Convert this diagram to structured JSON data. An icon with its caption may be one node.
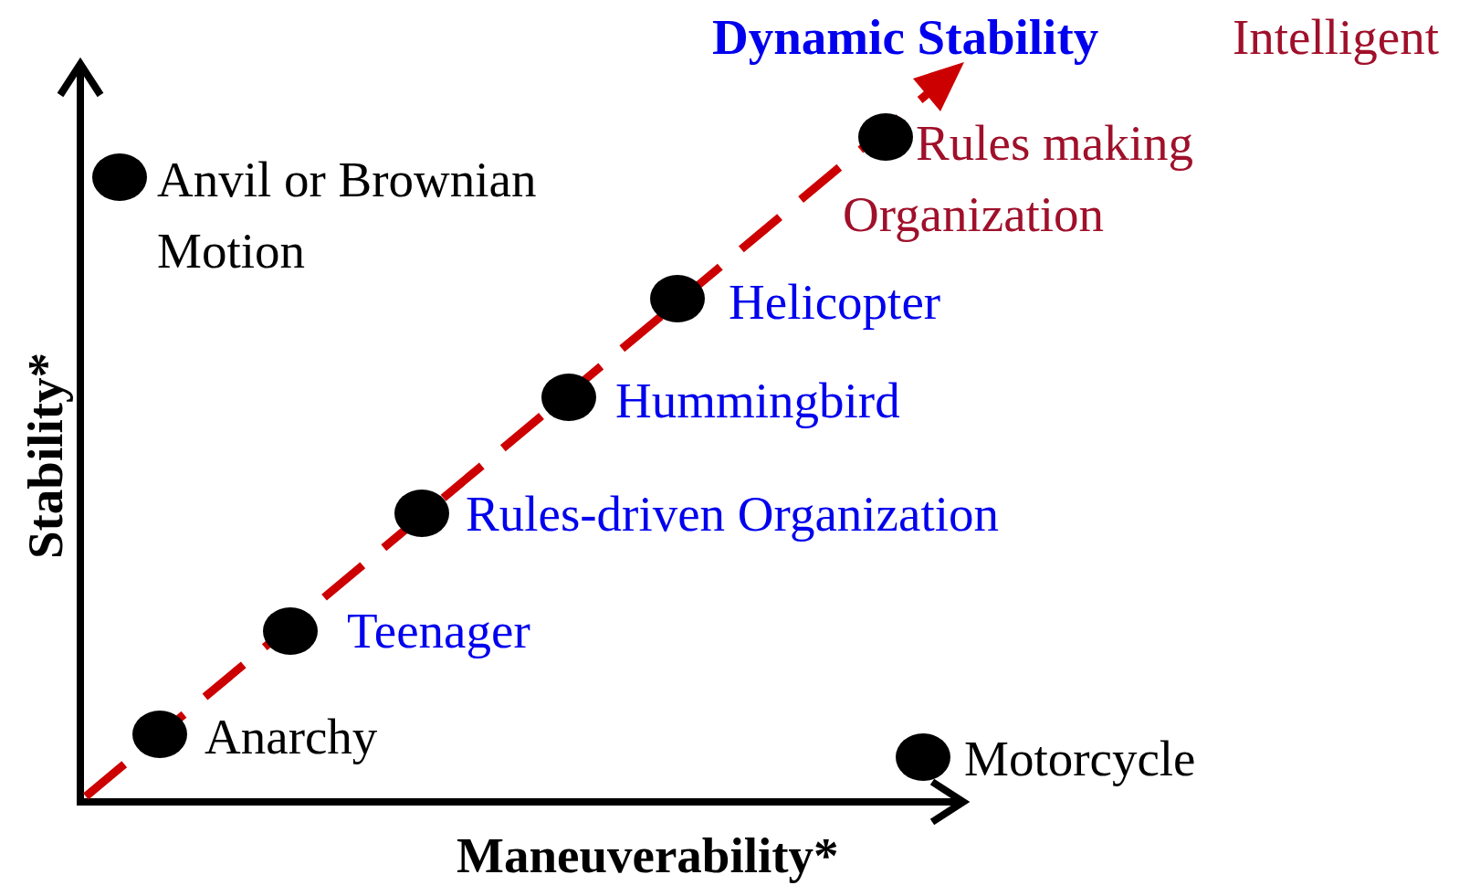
{
  "diagram": {
    "nodes": [
      {
        "text": [],
        "shape": "circle",
        "beside": [
          "Anvil or Brownian Motion"
        ]
      },
      {
        "text": [],
        "shape": "circle",
        "beside": [
          "Rules making Organization"
        ]
      },
      {
        "text": [],
        "shape": "circle",
        "beside": [
          "Helicopter"
        ]
      },
      {
        "text": [],
        "shape": "circle",
        "beside": [
          "Hummingbird"
        ]
      },
      {
        "text": [],
        "shape": "circle",
        "beside": [
          "Rules-driven Organization"
        ]
      },
      {
        "text": [],
        "shape": "circle",
        "beside": [
          "Teenager"
        ]
      },
      {
        "text": [],
        "shape": "circle",
        "beside": [
          "Anarchy"
        ]
      },
      {
        "text": [],
        "shape": "circle",
        "beside": [
          "Motorcycle"
        ]
      }
    ],
    "labels": [
      "Dynamic Stability",
      "Intelligent",
      "Stability*",
      "Maneuverability*"
    ]
  }
}
